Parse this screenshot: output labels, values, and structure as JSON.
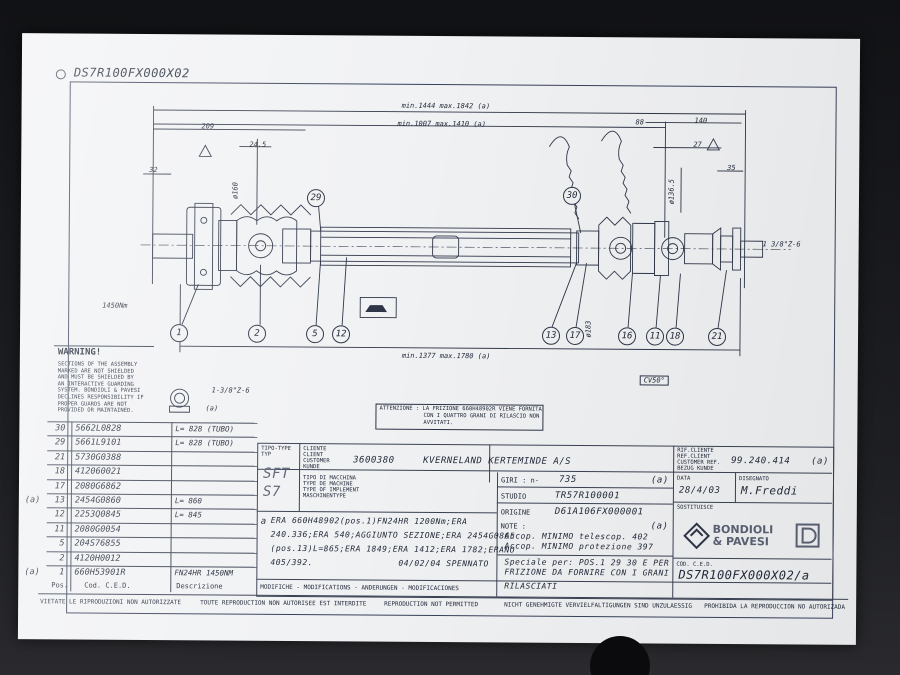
{
  "drawing_code": "DS7R100FX000X02",
  "dimensions": {
    "d1": "min.1444  max.1842 (a)",
    "d2": "min.1007  max.1410 (a)",
    "d3": "min.1377  max.1780 (a)",
    "d209": "209",
    "d88": "88",
    "d140": "140",
    "d27": "27",
    "d35": "35",
    "d24": "24.5",
    "d32": "32",
    "d160": "ø160",
    "d136": "ø136.5",
    "d183": "ø183",
    "nm": "1450Nm",
    "spline": "1 3/8\"Z-6",
    "spline2": "1-3/8\"Z-6",
    "angle": "CV50°",
    "a": "(a)"
  },
  "balloons": [
    "1",
    "2",
    "5",
    "12",
    "29",
    "13",
    "17",
    "30",
    "16",
    "11",
    "18",
    "21"
  ],
  "warning": {
    "title": "WARNING!",
    "lines": [
      "SECTIONS   OF THE ASSEMBLY",
      "MARKED      ARE NOT SHIELDED",
      "AND MUST BE SHIELDED BY",
      "AN INTERACTIVE GUARDING",
      "SYSTEM. BONDIOLI & PAVESI",
      "DECLINES RESPONSIBILITY IF",
      "PROPER GUARDS ARE NOT",
      "PROVIDED OR MAINTAINED."
    ]
  },
  "attention": [
    "ATTENZIONE : LA FRIZIONE 660H48902R VIENE FORNITA",
    "CON I QUATTRO GRANI DI RILASCIO NON",
    "AVVITATI."
  ],
  "parts": [
    {
      "pos": "30",
      "code": "5662L0828",
      "desc": "L= 828 (TUBO)",
      "mark": ""
    },
    {
      "pos": "29",
      "code": "5661L9101",
      "desc": "L= 828 (TUBO)",
      "mark": ""
    },
    {
      "pos": "21",
      "code": "5730G0388",
      "desc": "",
      "mark": ""
    },
    {
      "pos": "18",
      "code": "412060021",
      "desc": "",
      "mark": ""
    },
    {
      "pos": "17",
      "code": "2080G6862",
      "desc": "",
      "mark": ""
    },
    {
      "pos": "13",
      "code": "2454G0860",
      "desc": "L= 860",
      "mark": "(a)"
    },
    {
      "pos": "12",
      "code": "2253Q0845",
      "desc": "L= 845",
      "mark": ""
    },
    {
      "pos": "11",
      "code": "2080G0054",
      "desc": "",
      "mark": ""
    },
    {
      "pos": "5",
      "code": "204S76855",
      "desc": "",
      "mark": ""
    },
    {
      "pos": "2",
      "code": "4120H0012",
      "desc": "",
      "mark": ""
    },
    {
      "pos": "1",
      "code": "660H53901R",
      "desc": "FN24HR 1450NM",
      "mark": "(a)"
    }
  ],
  "col_headers": {
    "pos": "Pos.",
    "code": "Cod. C.E.D.",
    "desc": "Descrizione"
  },
  "title_block": {
    "tipo_label": "TIPO-TYPE\nTYP",
    "tipo_value": "SFT\nS7",
    "cliente_label": "CLIENTE\nCLIENT\nCUSTOMER\nKUNDE",
    "cliente_code": "3600380",
    "cliente_name": "KVERNELAND KERTEMINDE A/S",
    "rif_label": "RIF.CLIENTE\nREF.CLIENT\nCUSTOMER REF.\nBEZUG KUNDE",
    "rif_value": "99.240.414",
    "rif_mark": "(a)",
    "macchina_label": "TIPO DI MACCHINA\nTYPE DE MACHINE\nTYPE OF IMPLEMENT\nMASCHINENTYPE",
    "giri_label": "GIRI : n-",
    "giri_value": "735",
    "giri_mark": "(a)",
    "studio_label": "STUDIO",
    "studio_value": "TR57R100001",
    "origine_label": "ORIGINE",
    "origine_value": "D61A106FX000001",
    "data_label": "DATA",
    "data_value": "28/4/03",
    "disegnato_label": "DISEGNATO",
    "disegnato_value": "M.Freddi",
    "sostituisce_label": "SOSTITUISCE",
    "note_label": "NOTE :",
    "note_mark": "(a)",
    "note_lines": [
      "Accop. MINIMO telescop.  402",
      "Accop. MINIMO protezione 397"
    ],
    "speciale": [
      "Speciale per: POS.1 29 30 E PER",
      "FRIZIONE DA FORNIRE CON I GRANI",
      "RILASCIATI"
    ],
    "mod_mark": "a",
    "mod_lines": [
      "ERA 660H48902(pos.1)FN24HR 1200Nm;ERA",
      "240.336;ERA 540;AGGIUNTO SEZIONE;ERA 2454G0865",
      "(pos.13)L=865;ERA 1849;ERA 1412;ERA 1782;ERANO",
      "405/392."
    ],
    "mod_date": "04/02/04 SPENNATO",
    "modifiche": "MODIFICHE - MODIFICATIONS - ANDERUNGEN - MODIFICACIONES",
    "cod_label": "COD. C.E.D.",
    "cod_value": "DS7R100FX000X02/a",
    "brand": "BONDIOLI\n& PAVESI"
  },
  "footer": [
    "VIETATE LE RIPRODUZIONI NON AUTORIZZATE",
    "TOUTE REPRODUCTION NON AUTORISEE EST INTERDITE",
    "REPRODUCTION NOT PERMITTED",
    "NICHT GENEHMIGTE VERVIELFALTIGUNGEN SIND UNZULAESSIG",
    "PROHIBIDA LA REPRODUCCION NO AUTORIZADA"
  ]
}
